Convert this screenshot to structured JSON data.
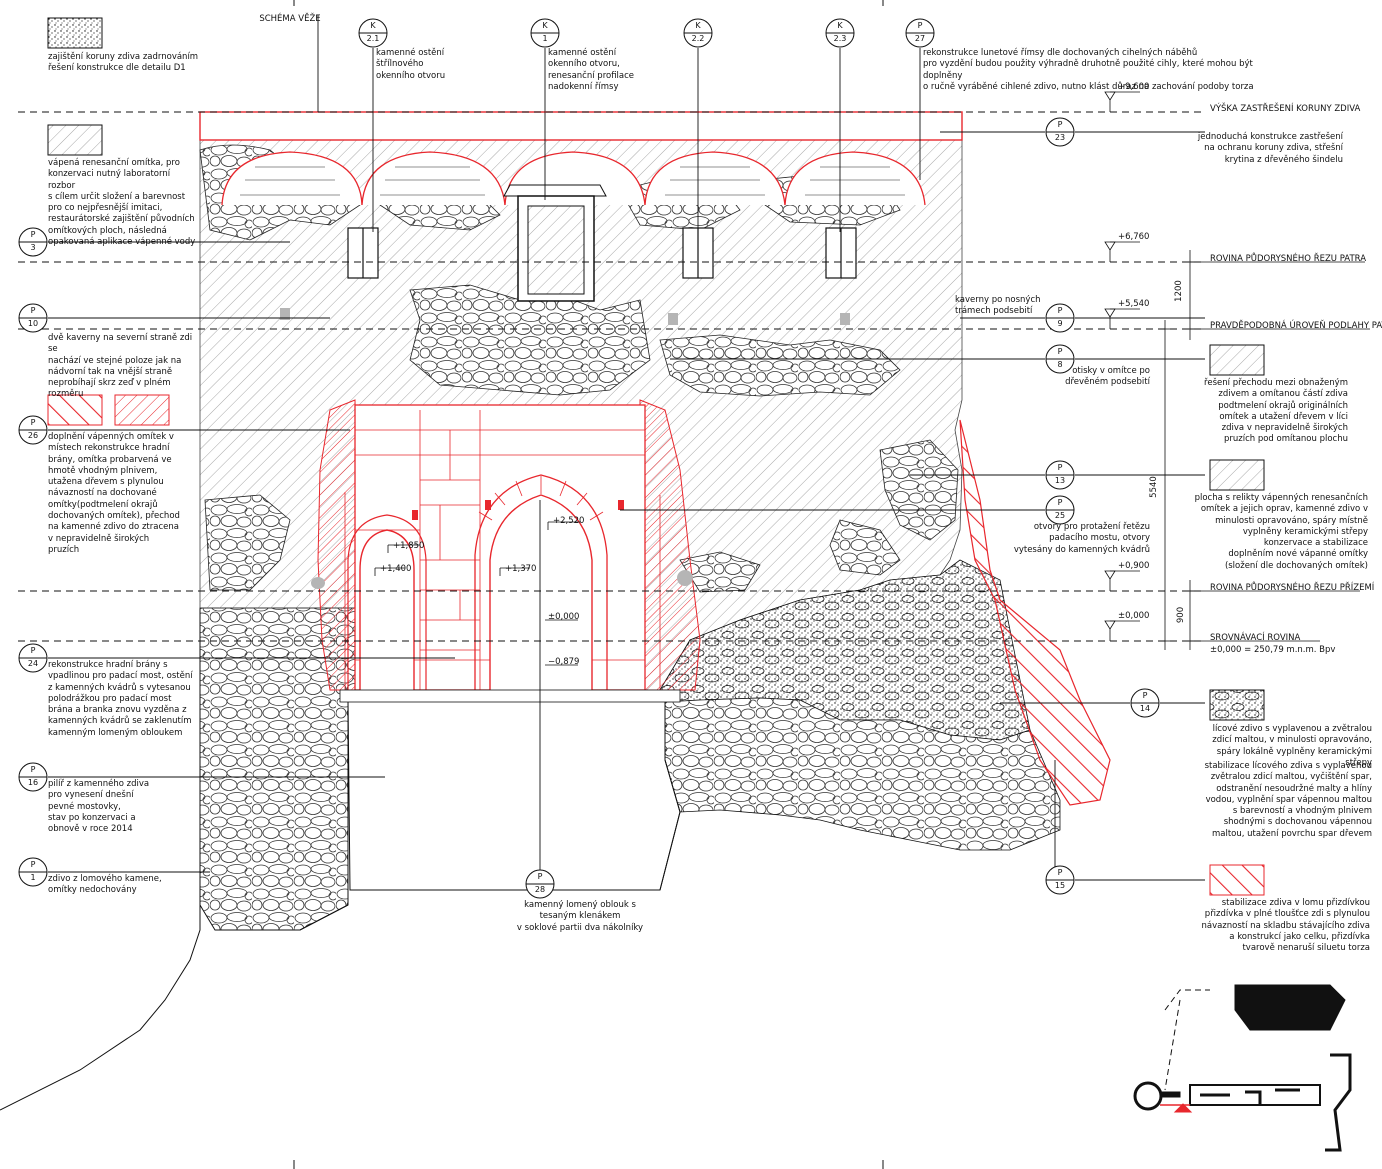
{
  "title": "SCHÉMA VĚŽE",
  "colors": {
    "red": "#e8272d",
    "line": "#1a1a1a",
    "hatch": "#9a9a9a",
    "stone": "#ffffff"
  },
  "tags": [
    {
      "letter": "K",
      "num": "2.1"
    },
    {
      "letter": "K",
      "num": "1"
    },
    {
      "letter": "K",
      "num": "2.2"
    },
    {
      "letter": "K",
      "num": "2.3"
    },
    {
      "letter": "P",
      "num": "27"
    },
    {
      "letter": "P",
      "num": "3"
    },
    {
      "letter": "P",
      "num": "10"
    },
    {
      "letter": "P",
      "num": "26"
    },
    {
      "letter": "P",
      "num": "24"
    },
    {
      "letter": "P",
      "num": "16"
    },
    {
      "letter": "P",
      "num": "1"
    },
    {
      "letter": "P",
      "num": "28"
    },
    {
      "letter": "P",
      "num": "23"
    },
    {
      "letter": "P",
      "num": "9"
    },
    {
      "letter": "P",
      "num": "8"
    },
    {
      "letter": "P",
      "num": "13"
    },
    {
      "letter": "P",
      "num": "25"
    },
    {
      "letter": "P",
      "num": "14"
    },
    {
      "letter": "P",
      "num": "15"
    }
  ],
  "notes": {
    "n_coping": "zajištění koruny zdiva zadrnováním\nřešení konstrukce dle detailu D1",
    "n_k21": "kamenné ostění\nštřílnového\nokenního otvoru",
    "n_k1": "kamenné ostění\nokenního otvoru,\nrenesanční profilace\nnadokenní římsy",
    "n_p27": "rekonstrukce lunetové římsy dle dochovaných cihelných náběhů\npro vyzdění budou použity výhradně druhotně použité cihly, které mohou být doplněny\no ručně vyráběné cihlené zdivo, nutno klást důraz na zachování podoby torza",
    "n_p3": "vápená renesanční omítka, pro\nkonzervaci nutný laboratorní rozbor\ns cílem určit složení a barevnost\npro co nejpřesnější imitaci,\nrestaurátorské zajištění původních\nomítkových ploch, následná\nopakovaná aplikace vápenné vody",
    "n_p10": "dvě kaverny na severní straně zdi se\nnachází ve stejné poloze jak na\nnádvorní tak na vnější straně\nneprobíhají skrz zeď v plném rozměru",
    "n_p26": "doplnění vápenných omítek v\nmístech rekonstrukce hradní\nbrány, omítka probarvená ve\nhmotě vhodným plnivem,\nutažena dřevem s plynulou\nnávazností na dochované\nomítky(podtmelení okrajů\ndochovaných omítek), přechod\nna kamenné zdivo do ztracena\nv nepravidelně širokých pruzích",
    "n_p24": "rekonstrukce hradní brány s\nvpadlinou pro padací most, ostění\nz kamenných kvádrů s vytesanou\npolodrážkou pro padací most\nbrána a branka znovu vyzděna z\nkamenných kvádrů se zaklenutím\nkamenným lomeným obloukem",
    "n_p16": "pilíř z kamenného zdiva\npro vynesení dnešní\npevné mostovky,\nstav po konzervaci a\nobnově v roce 2014",
    "n_p1": "zdivo z lomového kamene,\nomítky nedochovány",
    "n_p28": "kamenný lomený oblouk s\ntesaným klenákem\nv soklové partii dva nákolníky",
    "n_p23": "jednoduchá konstrukce zastřešení\nna ochranu koruny zdiva, střešní\nkrytina z dřevěného šindelu",
    "n_p9": "kaverny po nosných\ntrámech podsebití",
    "n_p8": "otisky v omítce po\ndřevěném podsebití",
    "n_p25": "otvory pro protažení řetězu\npadacího mostu, otvory\nvytesány do kamenných kvádrů",
    "n_leg8": "řešení přechodu mezi obnaženým\nzdivem a omítanou částí zdiva\npodtmelení okrajů originálních\nomítek a utažení dřevem v líci\nzdiva v nepravidelně širokých\npruzích pod omítanou plochu",
    "n_leg13": "plocha s relikty vápenných renesančních\nomítek a jejich oprav, kamenné zdivo v\nminulosti opravováno, spáry místně\nvyplněny keramickými střepy\nkonzervace a stabilizace\ndoplněním nové vápanné omítky\n(složení dle dochovaných omítek)",
    "n_leg14a": "lícové zdivo s vyplavenou a zvětralou\nzdicí maltou, v minulosti opravováno,\nspáry lokálně vyplněny keramickými střepy",
    "n_leg14b": "stabilizace lícového zdiva s vyplavenou\nzvětralou zdicí maltou, vyčištění spar,\nodstranění nesoudržné malty a hlíny\nvodou, vyplnění spar vápennou maltou\ns barevností a vhodným plnivem\nshodnými s dochovanou vápennou\nmaltou, utažení povrchu spar dřevem",
    "n_leg15": "stabilizace zdiva v lomu přizdívkou\npřizdívka v plné tloušťce zdi s plynulou\nnávazností na skladbu stávajícího zdiva\na konstrukcí jako celku, přizdívka\ntvarově nenaruší siluetu torza"
  },
  "levels": {
    "l9600": "+9,600",
    "l6760": "+6,760",
    "l5540": "+5,540",
    "l0900": "+0,900",
    "l0000": "±0,000",
    "l2520": "+2,520",
    "l1850": "+1,850",
    "l1400": "+1,400",
    "l1370": "+1,370",
    "l0000b": "±0,000",
    "lm879": "−0,879"
  },
  "level_names": {
    "roof": "VÝŠKA ZASTŘEŠENÍ KORUNY ZDIVA",
    "floor1": "ROVINA PŮDORYSNÉHO ŘEZU PATRA",
    "floor1_level": "PRAVDĚPODOBNÁ ÚROVEŇ PODLAHY PATRA",
    "ground": "ROVINA PŮDORYSNÉHO ŘEZU PŘÍZEMÍ",
    "ref": "SROVNÁVACÍ ROVINA",
    "ref_abs": "±0,000 = 250,79 m.n.m. Bpv"
  },
  "dims": {
    "d1200": "1200",
    "d5540": "5540",
    "d900": "900"
  }
}
